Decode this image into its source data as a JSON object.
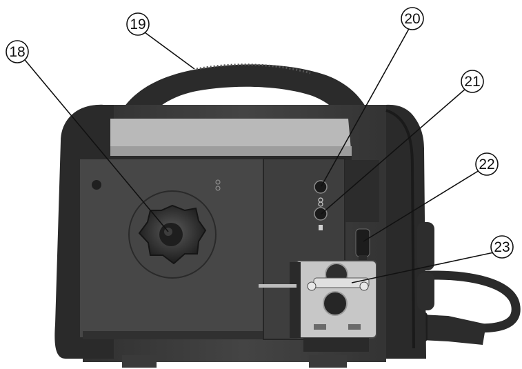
{
  "callouts": [
    {
      "id": "18",
      "label": "18",
      "target": "wire-spool-hub"
    },
    {
      "id": "19",
      "label": "19",
      "target": "carry-handle"
    },
    {
      "id": "20",
      "label": "20",
      "target": "upper-selector-knob"
    },
    {
      "id": "21",
      "label": "21",
      "target": "lower-selector-knob"
    },
    {
      "id": "22",
      "label": "22",
      "target": "polarity-connector"
    },
    {
      "id": "23",
      "label": "23",
      "target": "wire-feed-mechanism"
    }
  ],
  "colors": {
    "body": "#3a3a3a",
    "body_dark": "#262626",
    "panel": "#4a4a4a",
    "handle": "#2b2b2b",
    "lid": "#b9b9b9",
    "feeder_plate": "#c7c7c7",
    "leader": "#111111",
    "callout_fill": "#ffffff"
  }
}
